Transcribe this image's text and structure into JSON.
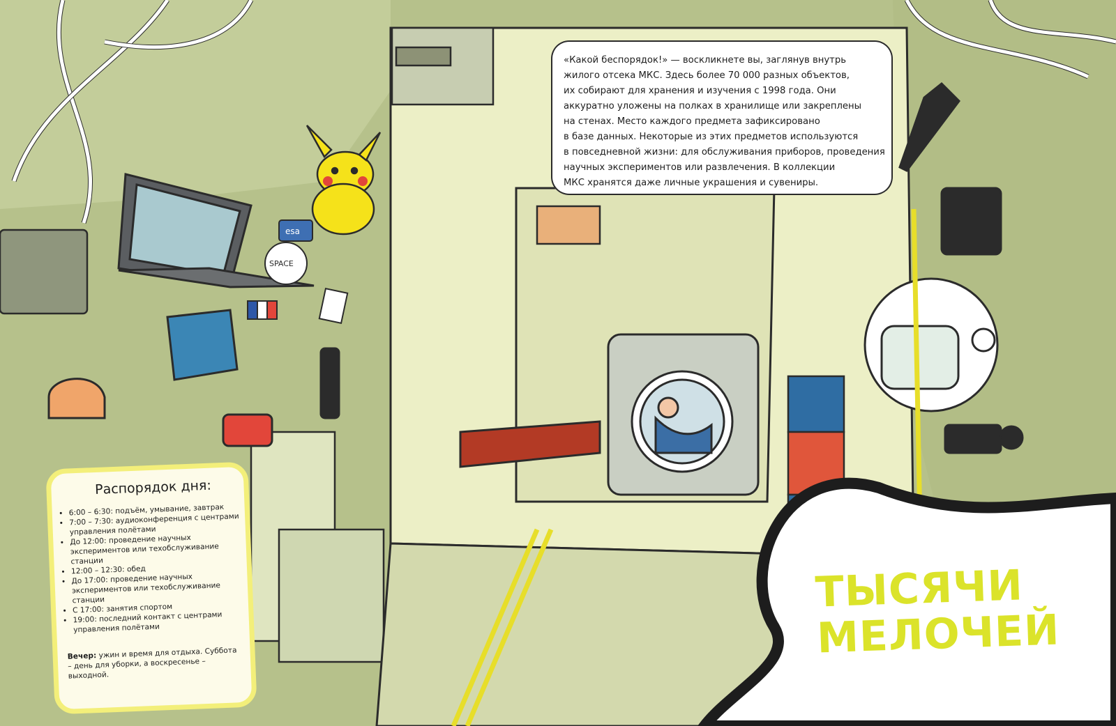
{
  "intro": {
    "text": "«Какой беспорядок!» — воскликнете вы, заглянув внутрь\nжилого отсека МКС. Здесь более 70 000 разных объектов,\nих собирают для хранения и изучения с 1998 года. Они\nаккуратно уложены на полках в хранилище или закреплены\nна стенах. Место каждого предмета зафиксировано\nв базе данных. Некоторые из этих предметов используются\nв повседневной жизни: для обслуживания приборов, проведения\nнаучных экспериментов или развлечения. В коллекции\nМКС хранятся даже личные украшения и сувениры."
  },
  "headline": {
    "line1": "ТЫСЯЧИ",
    "line2": "МЕЛОЧЕЙ"
  },
  "schedule": {
    "title": "Распорядок дня:",
    "items": [
      "6:00 – 6:30: подъём, умывание, завтрак",
      "7:00 – 7:30: аудиоконференция с центрами управления полётами",
      "До 12:00: проведение научных экспериментов или техобслуживание станции",
      "12:00 – 12:30: обед",
      "До 17:00: проведение научных экспериментов или техобслуживание станции",
      "С 17:00: занятия спортом",
      "19:00: последний контакт с центрами управления полётами"
    ],
    "evening_label": "Вечер:",
    "evening_text": " ужин и время для отдыха. Суббота – день для уборки, а воскресенье – выходной."
  },
  "labels": {
    "esa_sticker": "esa",
    "space_sticker": "SPACE"
  },
  "colors": {
    "wall": "#b9c48f",
    "module": "#ecefc6",
    "accent_yellow": "#dbe32a",
    "headline_bg": "#ffffff"
  }
}
